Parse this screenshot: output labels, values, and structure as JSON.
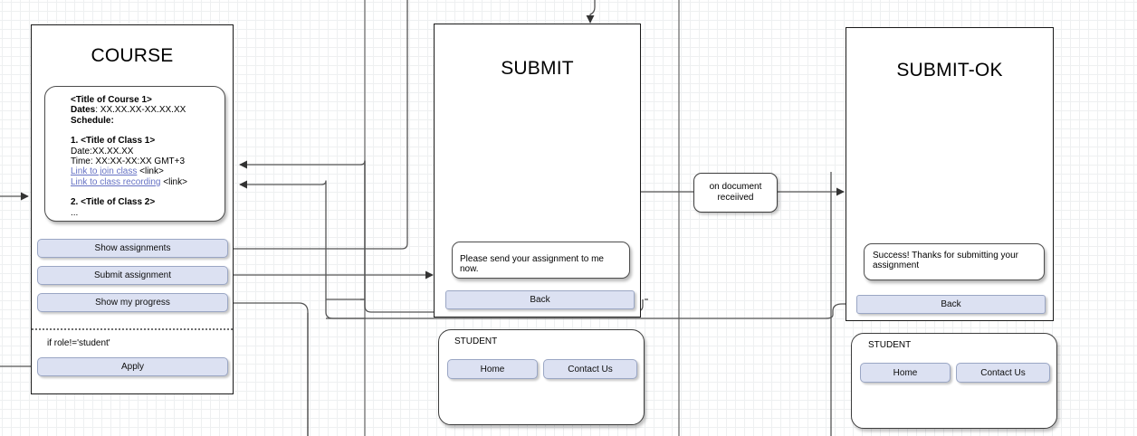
{
  "diagram": {
    "type": "ui-flow-wireframe",
    "screens": [
      {
        "id": "course",
        "title": "COURSE",
        "course_card": {
          "title": "<Title of Course 1>",
          "dates_label": "Dates",
          "dates_value": ": XX.XX.XX-XX.XX.XX",
          "schedule_label": "Schedule:",
          "class1_title": "1. <Title of Class 1>",
          "class1_date": "Date:XX.XX.XX",
          "class1_time": "Time: XX:XX-XX:XX GMT+3",
          "join_link_text": "Link to join class",
          "join_link_suffix": " <link>",
          "recording_link_text": "Link to class recording",
          "recording_link_suffix": " <link>",
          "class2_title": "2. <Title of Class 2>",
          "ellipsis": "..."
        },
        "buttons": [
          {
            "label": "Show assignments"
          },
          {
            "label": "Submit assignment"
          },
          {
            "label": "Show my progress"
          }
        ],
        "condition_label": "if role!='student'",
        "apply_button": {
          "label": "Apply"
        }
      },
      {
        "id": "submit",
        "title": "SUBMIT",
        "message": "Please send your assignment to me now.",
        "back_button": {
          "label": "Back"
        }
      },
      {
        "id": "submit-ok",
        "title": "SUBMIT-OK",
        "message": "Success! Thanks for submitting your assignment",
        "back_button": {
          "label": "Back"
        }
      }
    ],
    "footers": [
      {
        "id": "student-footer-submit",
        "title": "STUDENT",
        "buttons": [
          {
            "label": "Home"
          },
          {
            "label": "Contact Us"
          }
        ]
      },
      {
        "id": "student-footer-submit-ok",
        "title": "STUDENT",
        "buttons": [
          {
            "label": "Home"
          },
          {
            "label": "Contact Us"
          }
        ]
      }
    ],
    "transitions": [
      {
        "id": "on-document-received",
        "label": "on document\nreceiived",
        "line1": "on document",
        "line2": "receiived"
      }
    ],
    "colors": {
      "button_fill": "#dce1f2",
      "button_border": "#9aa6c4",
      "screen_border": "#1a1a1a",
      "link": "#6672c4",
      "connector": "#555555",
      "grid_minor": "#eef0f1",
      "grid_major": "#e2e5e7"
    }
  }
}
